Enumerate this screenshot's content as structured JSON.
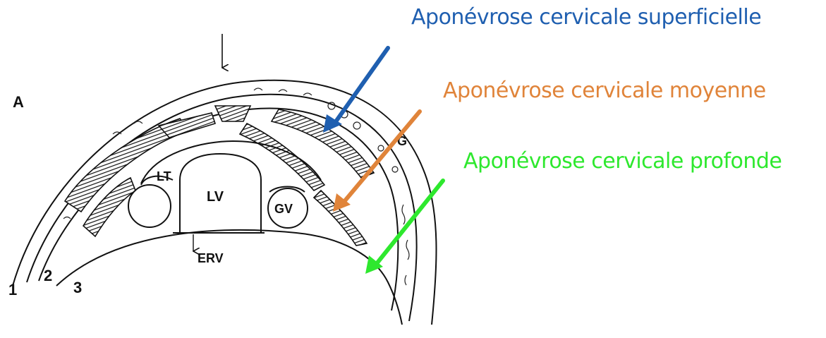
{
  "figure_letter": "A",
  "captions": {
    "superficielle": {
      "text": "Aponévrose cervicale superficielle",
      "color": "#1f5fb0"
    },
    "moyenne": {
      "text": "Aponévrose cervicale moyenne",
      "color": "#e0843a"
    },
    "profonde": {
      "text": "Aponévrose cervicale profonde",
      "color": "#2ee82e"
    }
  },
  "diagram_labels": {
    "lt": "LT",
    "lv": "LV",
    "gv": "GV",
    "erv": "ERV",
    "g": "G",
    "layer_1": "1",
    "layer_2": "2",
    "layer_3": "3"
  },
  "ink_color": "#111111"
}
